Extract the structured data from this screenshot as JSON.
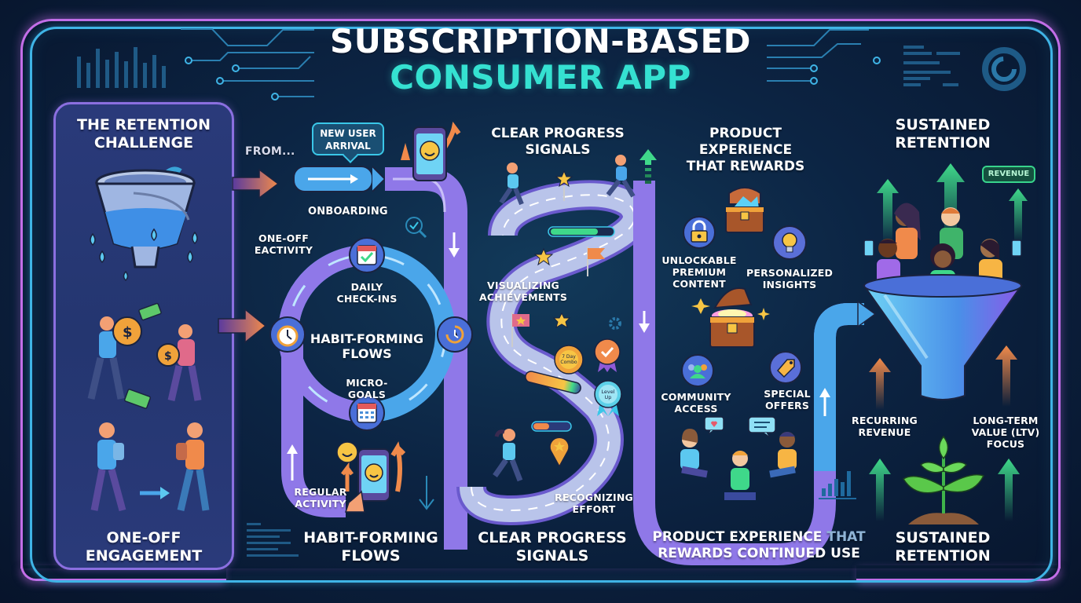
{
  "title": {
    "line1": "SUBSCRIPTION-BASED",
    "line2": "CONSUMER APP"
  },
  "colors": {
    "background": "#0c2443",
    "frame_outer": "#c46ee8",
    "frame_inner": "#3fb4e6",
    "title_accent": "#35e1d1",
    "path_purple": "#8f78e8",
    "path_blue": "#4aa6ea",
    "arrow_orange": "#f08a4b",
    "arrow_green": "#3fd88a"
  },
  "sections": {
    "retention_challenge": {
      "heading": "THE RETENTION CHALLENGE",
      "heading_line1": "THE RETENTION",
      "heading_line2": "CHALLENGE",
      "icons": [
        "leaky-bucket-icon",
        "money-bag-icon",
        "dollar-bill-icon",
        "walking-person-icon"
      ],
      "footer_line1": "ONE-OFF",
      "footer_line2": "ENGAGEMENT"
    },
    "habit_flows": {
      "from_label": "FROM...",
      "new_user_badge_line1": "NEW USER",
      "new_user_badge_line2": "ARRIVAL",
      "onboarding_label": "ONBOARDING",
      "one_off_line1": "ONE-OFF",
      "one_off_line2": "EACTIVITY",
      "cycle_center_line1": "HABIT-FORMING",
      "cycle_center_line2": "FLOWS",
      "cycle_items": [
        {
          "label_line1": "DAILY",
          "label_line2": "CHECK-INS",
          "icon": "calendar-check-icon"
        },
        {
          "label_line1": "MICRO-GOALS",
          "label_line2": "",
          "icon": "calendar-grid-icon"
        }
      ],
      "cycle_side_icons": [
        "stopwatch-icon",
        "refresh-clock-icon"
      ],
      "regular_line1": "REGULAR",
      "regular_line2": "ACTIVITY",
      "footer_line1": "HABIT-FORMING",
      "footer_line2": "FLOWS"
    },
    "progress_signals": {
      "heading_line1": "CLEAR PROGRESS",
      "heading_line2": "SIGNALS",
      "visualizing_line1": "VISUALIZING",
      "visualizing_line2": "ACHIEVEMENTS",
      "badges": [
        "7 Day Combo",
        "Level Up"
      ],
      "recognizing_line1": "RECOGNIZING",
      "recognizing_line2": "EFFORT",
      "footer_line1": "CLEAR PROGRESS",
      "footer_line2": "SIGNALS"
    },
    "product_experience": {
      "heading_line1": "PRODUCT",
      "heading_line2": "EXPERIENCE",
      "heading_line3": "THAT REWARDS",
      "rewards": [
        {
          "line1": "UNLOCKABLE",
          "line2": "PREMIUM",
          "line3": "CONTENT",
          "icon": "padlock-icon"
        },
        {
          "line1": "PERSONALIZED",
          "line2": "INSIGHTS",
          "line3": "",
          "icon": "lightbulb-icon"
        },
        {
          "line1": "COMMUNITY",
          "line2": "ACCESS",
          "line3": "",
          "icon": "community-icon"
        },
        {
          "line1": "SPECIAL",
          "line2": "OFFERS",
          "line3": "",
          "icon": "price-tag-icon"
        }
      ],
      "footer_line1_a": "PRODUCT EXPERIENCE",
      "footer_line1_b": "THAT",
      "footer_line2": "REWARDS CONTINUED USE"
    },
    "sustained_retention": {
      "heading_line1": "SUSTAINED",
      "heading_line2": "RETENTION",
      "revenue_badge": "REVENUE",
      "recurring_line1": "RECURRING",
      "recurring_line2": "REVENUE",
      "ltv_line1": "LONG-TERM",
      "ltv_line2": "VALUE (LTV)",
      "ltv_line3": "FOCUS",
      "footer_line1": "SUSTAINED",
      "footer_line2": "RETENTION"
    }
  }
}
